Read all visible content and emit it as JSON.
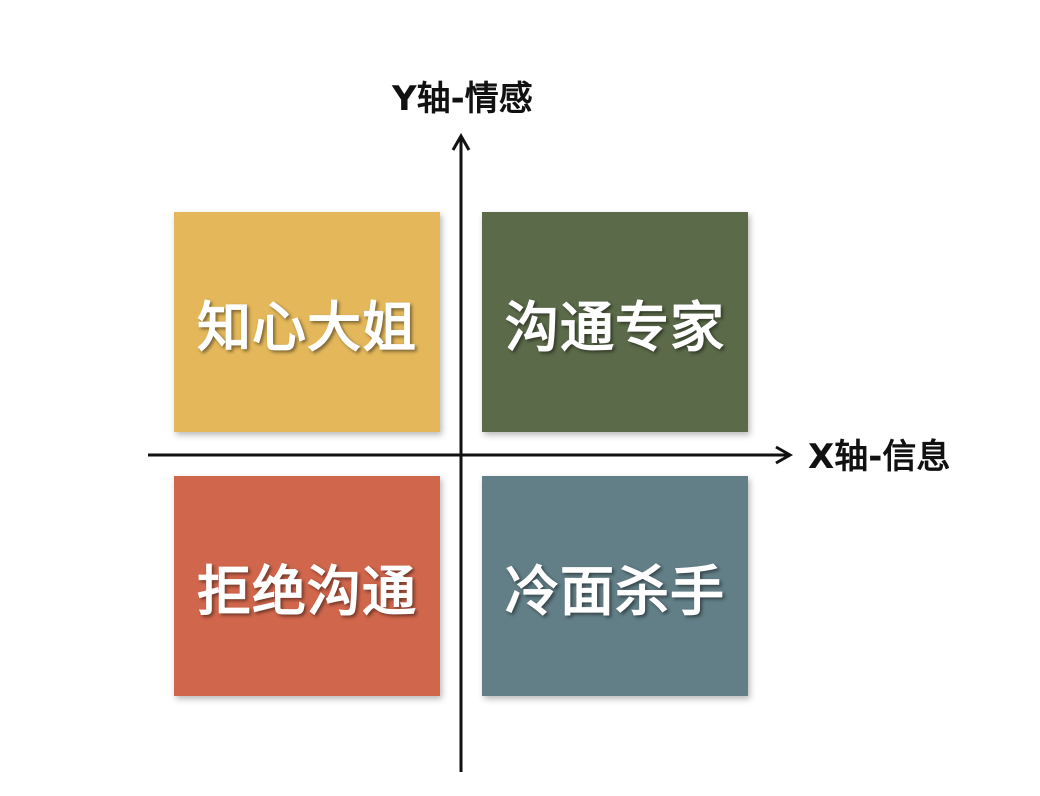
{
  "axes": {
    "y_label": "Y轴-情感",
    "x_label": "X轴-信息",
    "line_color": "#111111"
  },
  "quadrants": {
    "top_left": {
      "label": "知心大姐",
      "color": "#E3B75A"
    },
    "top_right": {
      "label": "沟通专家",
      "color": "#5B6A49"
    },
    "bottom_left": {
      "label": "拒绝沟通",
      "color": "#D0664B"
    },
    "bottom_right": {
      "label": "冷面杀手",
      "color": "#627E86"
    }
  }
}
